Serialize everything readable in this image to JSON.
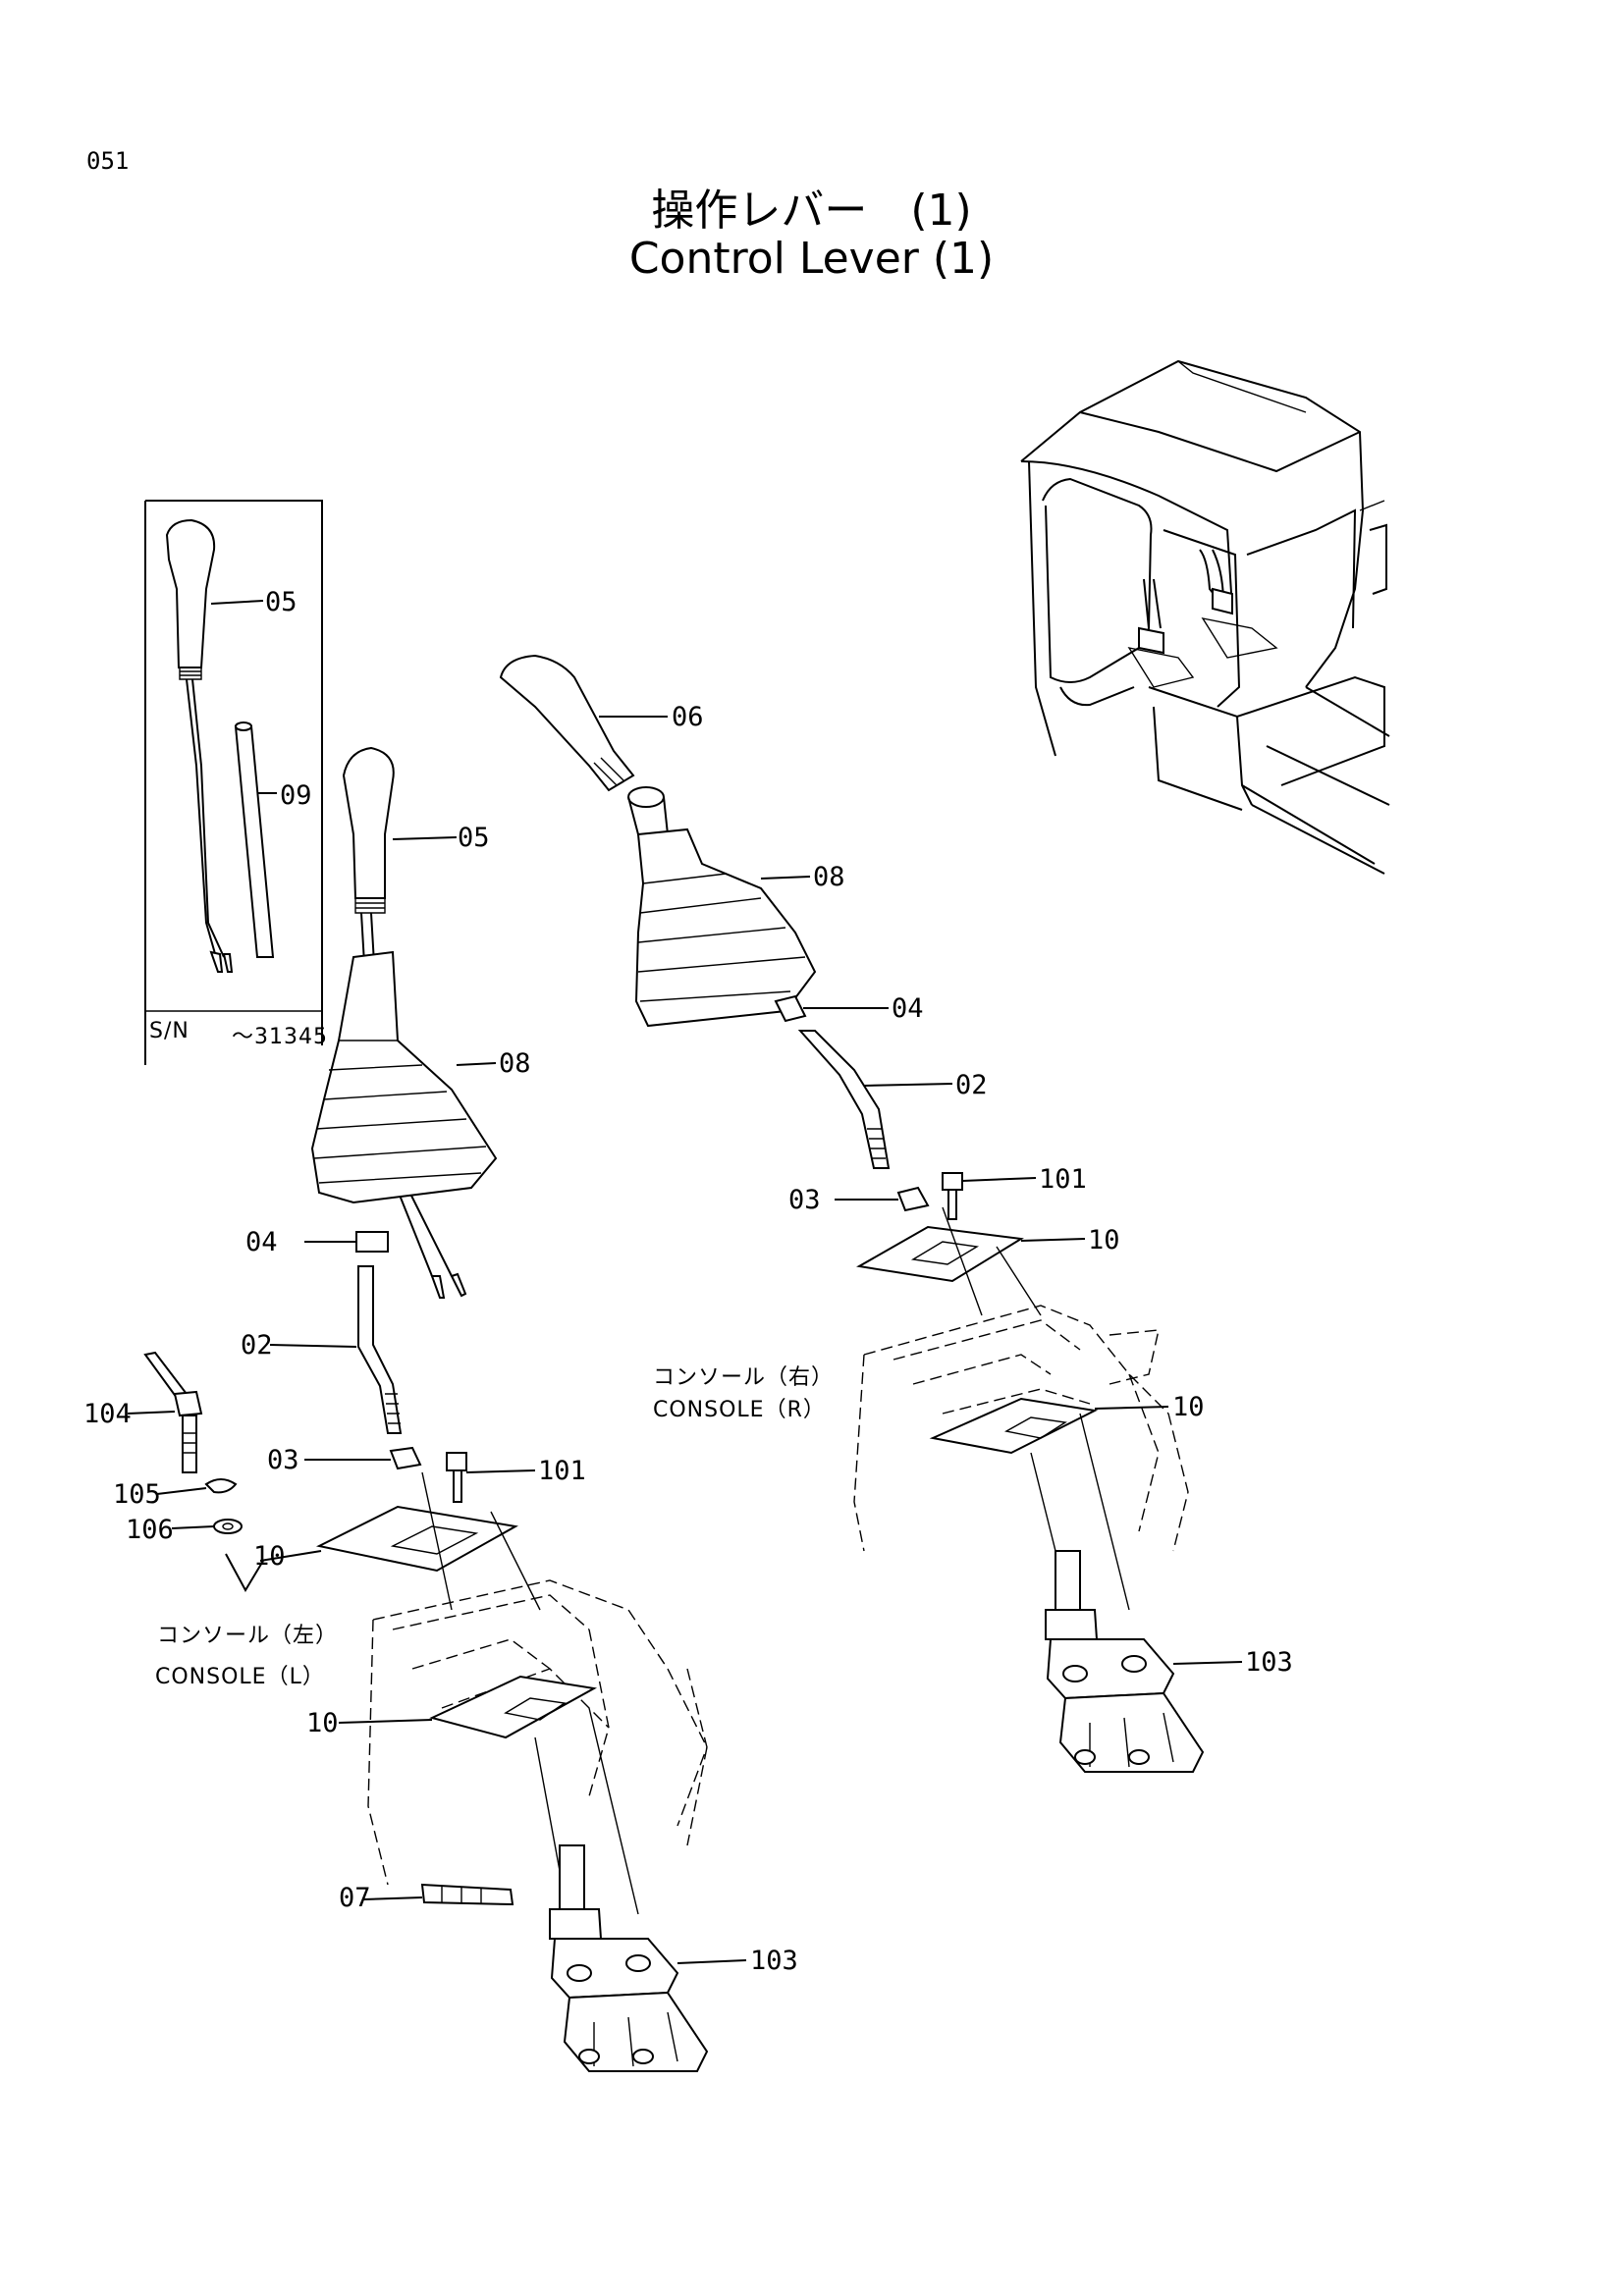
{
  "page": {
    "number": "051"
  },
  "title": {
    "jp": "操作レバー　(1)",
    "en": "Control Lever (1)"
  },
  "inset": {
    "sn_prefix": "S/N",
    "sn_range": "～31345"
  },
  "consoles": {
    "right": {
      "jp": "コンソール（右）",
      "en": "CONSOLE（R）"
    },
    "left": {
      "jp": "コンソール（左）",
      "en": "CONSOLE（L）"
    }
  },
  "callouts": {
    "inset_05": "05",
    "inset_09": "09",
    "l_05": "05",
    "l_08": "08",
    "l_04": "04",
    "l_02": "02",
    "l_03": "03",
    "l_101": "101",
    "l_104": "104",
    "l_105": "105",
    "l_106": "106",
    "l_10a": "10",
    "l_10b": "10",
    "l_07": "07",
    "l_103": "103",
    "r_06": "06",
    "r_08": "08",
    "r_04": "04",
    "r_02": "02",
    "r_03": "03",
    "r_101": "101",
    "r_10a": "10",
    "r_10b": "10",
    "r_103": "103"
  }
}
